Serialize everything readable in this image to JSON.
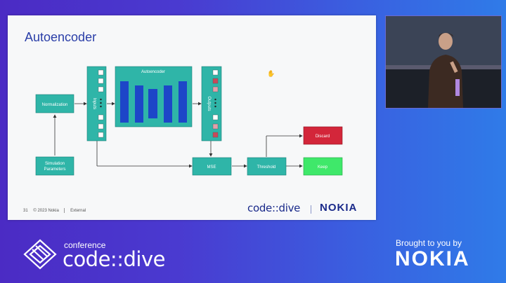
{
  "slide": {
    "title": "Autoencoder",
    "page_number": "31",
    "copyright": "© 2023 Nokia",
    "classification": "External",
    "brand": "code::dive",
    "logo": "NOKIA"
  },
  "diagram": {
    "normalization": "Normalization",
    "simulation_parameters_line1": "Simulation",
    "simulation_parameters_line2": "Parameters",
    "inputs": "Inputs",
    "autoencoder": "Autoencoder",
    "outputs": "Outputs",
    "mse": "MSE",
    "threshold": "Threshold",
    "discard": "Discard",
    "keep": "Keep"
  },
  "branding": {
    "conference_label": "conference",
    "conference_name": "code::dive",
    "brought_by": "Brought to you by",
    "sponsor": "NOKIA"
  },
  "colors": {
    "teal": "#2fb5a8",
    "blue_layer": "#1d46c8",
    "discard": "#d3263a",
    "keep": "#3fe86a"
  }
}
